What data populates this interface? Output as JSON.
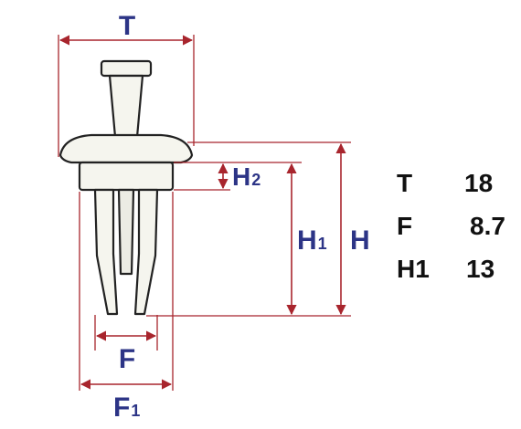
{
  "colors": {
    "outline": "#222222",
    "fill": "#f5f5ee",
    "dimension": "#a8252d",
    "label": "#2c3486",
    "spec_text": "#111111"
  },
  "dimension_labels": {
    "t": "T",
    "h2": {
      "letter": "H",
      "sub": "2"
    },
    "h1": {
      "letter": "H",
      "sub": "1"
    },
    "h": "H",
    "f": "F",
    "f1": {
      "letter": "F",
      "sub": "1"
    }
  },
  "specs": [
    {
      "key": "T",
      "value": "18"
    },
    {
      "key": "F",
      "value": "8.7"
    },
    {
      "key": "H1",
      "value": "13"
    }
  ]
}
